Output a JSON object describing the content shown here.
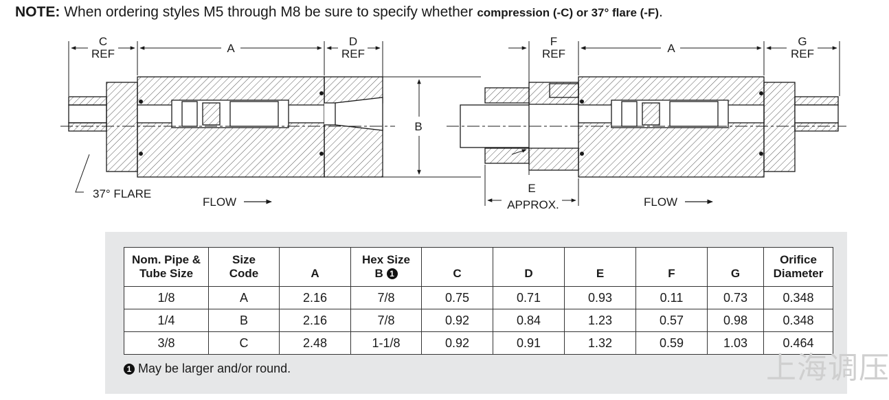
{
  "note": {
    "label": "NOTE",
    "text": "When ordering styles M5 through M8 be sure to specify whether",
    "options": "compression (-C) or 37° flare (-F)",
    "period": "."
  },
  "diagram": {
    "left": {
      "dim_c": "C",
      "dim_c_sub": "REF",
      "dim_a": "A",
      "dim_d": "D",
      "dim_d_sub": "REF",
      "flare_label": "37° FLARE",
      "flow_label": "FLOW"
    },
    "right": {
      "dim_f": "F",
      "dim_f_sub": "REF",
      "dim_a": "A",
      "dim_g": "G",
      "dim_g_sub": "REF",
      "dim_e": "E",
      "dim_e_sub": "APPROX.",
      "flow_label": "FLOW"
    },
    "dim_b": "B"
  },
  "table": {
    "headers": [
      [
        "Nom. Pipe &",
        "Tube Size"
      ],
      [
        "Size",
        "Code"
      ],
      [
        "A"
      ],
      [
        "Hex Size",
        "B"
      ],
      [
        "C"
      ],
      [
        "D"
      ],
      [
        "E"
      ],
      [
        "F"
      ],
      [
        "G"
      ],
      [
        "Orifice",
        "Diameter"
      ]
    ],
    "hex_footnote_marker": "1",
    "rows": [
      [
        "1/8",
        "A",
        "2.16",
        "7/8",
        "0.75",
        "0.71",
        "0.93",
        "0.11",
        "0.73",
        "0.348"
      ],
      [
        "1/4",
        "B",
        "2.16",
        "7/8",
        "0.92",
        "0.84",
        "1.23",
        "0.57",
        "0.98",
        "0.348"
      ],
      [
        "3/8",
        "C",
        "2.48",
        "1-1/8",
        "0.92",
        "0.91",
        "1.32",
        "0.59",
        "1.03",
        "0.464"
      ]
    ]
  },
  "footnote": {
    "marker": "1",
    "text": "May be larger and/or round."
  },
  "watermark": "上海调压"
}
